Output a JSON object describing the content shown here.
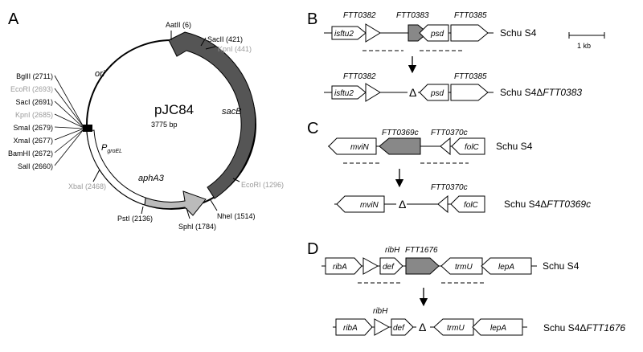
{
  "panels": {
    "a": "A",
    "b": "B",
    "c": "C",
    "d": "D"
  },
  "plasmid": {
    "name": "pJC84",
    "size": "3775 bp",
    "ori": "ori",
    "sacB": "sacB",
    "aphA3": "aphA3",
    "promoter_main": "P",
    "promoter_sub": "groEL",
    "sites": {
      "aatII": "AatII (6)",
      "sacII": "SacII (421)",
      "kpnI_top": "KpnI (441)",
      "ecoRI_right": "EcoRI (1296)",
      "nheI": "NheI (1514)",
      "sphI": "SphI (1784)",
      "pstI": "PstI (2136)",
      "xbaI": "XbaI (2468)",
      "bglII": "BglII (2711)",
      "ecoRI_left": "EcoRI (2693)",
      "sacI": "SacI (2691)",
      "kpnI_left": "KpnI (2685)",
      "smaI": "SmaI (2679)",
      "xmaI": "XmaI (2677)",
      "bamHI": "BamHI (2672)",
      "salI": "SalI (2660)"
    }
  },
  "panel_b": {
    "g1": "FTT0382",
    "g2": "FTT0383",
    "g3": "FTT0385",
    "isftu2": "isftu2",
    "psd": "psd",
    "strain1": "Schu S4",
    "strain2_base": "Schu S4Δ",
    "strain2_gene": "FTT0383",
    "delta": "Δ",
    "scale": "1 kb"
  },
  "panel_c": {
    "g1": "FTT0369c",
    "g2": "FTT0370c",
    "mviN": "mviN",
    "folC": "folC",
    "strain1": "Schu S4",
    "strain2_base": "Schu S4Δ",
    "strain2_gene": "FTT0369c",
    "delta": "Δ"
  },
  "panel_d": {
    "ribH": "ribH",
    "g1": "FTT1676",
    "ribA": "ribA",
    "def": "def",
    "trmU": "trmU",
    "lepA": "lepA",
    "strain1": "Schu S4",
    "strain2_base": "Schu S4Δ",
    "strain2_gene": "FTT1676",
    "delta": "Δ"
  }
}
